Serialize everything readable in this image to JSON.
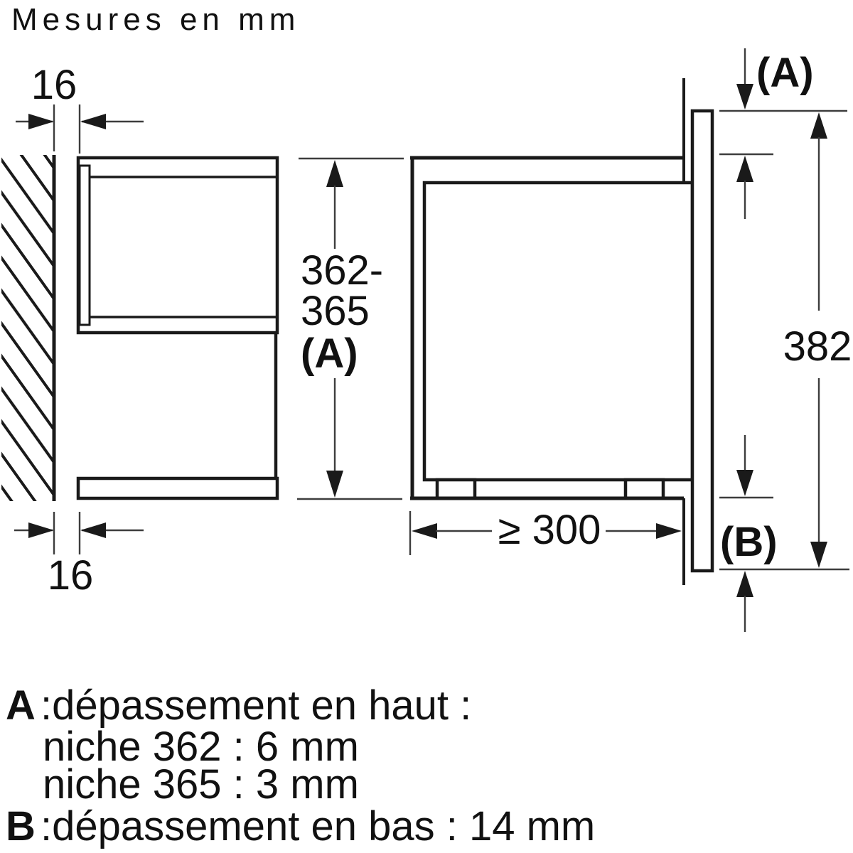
{
  "title": "Mesures en mm",
  "left_view": {
    "wall_gap_top": "16",
    "wall_gap_bottom": "16"
  },
  "right_view": {
    "niche_height_line1": "362-",
    "niche_height_line2": "365",
    "niche_height_label": "(A)",
    "niche_depth": "≥ 300",
    "front_height": "382",
    "overhang_top_label": "(A)",
    "overhang_bottom_label": "(B)"
  },
  "legend": {
    "a_key": "A",
    "a_text": ":dépassement en haut :",
    "a_item1": "niche 362 : 6 mm",
    "a_item2": "niche 365 : 3 mm",
    "b_key": "B",
    "b_text": ":dépassement en bas : 14 mm"
  },
  "colors": {
    "line": "#1a1a1a",
    "dim_line": "#3d3d3d",
    "text": "#111111",
    "background": "#ffffff"
  }
}
